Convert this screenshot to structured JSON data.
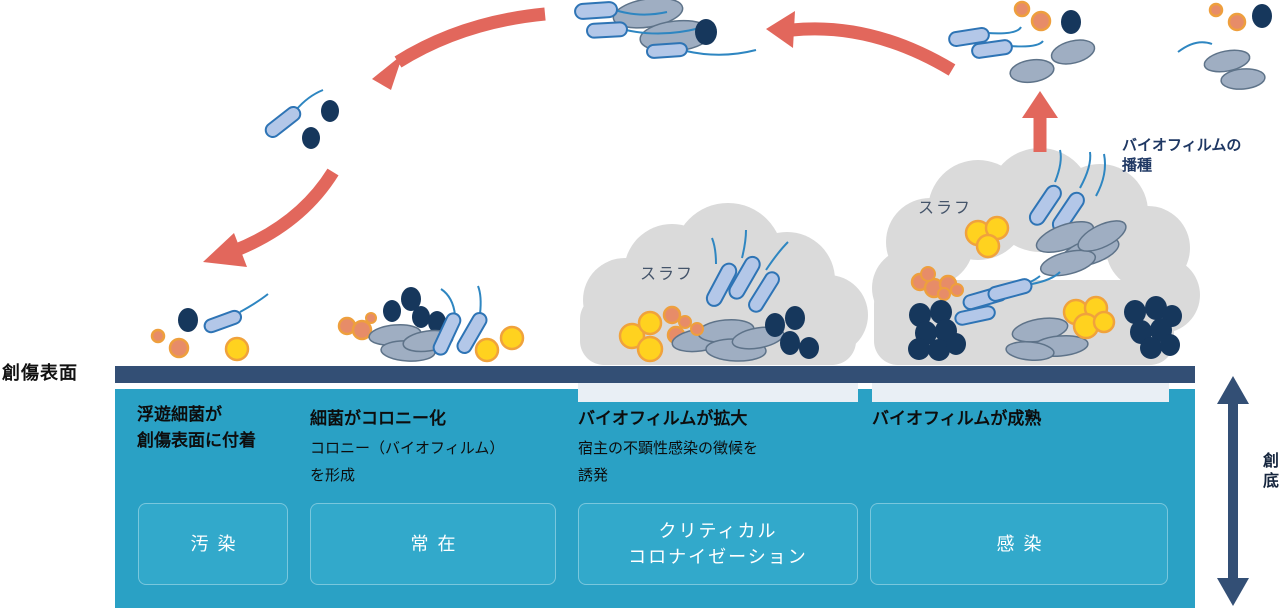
{
  "labels": {
    "wound_surface": "創傷表面",
    "wound_bed": "創底",
    "slough": "スラフ",
    "biofilm_seeding": "バイオフィルムの\n播種"
  },
  "stages": [
    {
      "heading": "浮遊細菌が\n創傷表面に付着",
      "body": "",
      "box_label": "汚染"
    },
    {
      "heading": "細菌がコロニー化",
      "body": "コロニー（バイオフィルム）\nを形成",
      "box_label": "常在"
    },
    {
      "heading": "バイオフィルムが拡大",
      "body": "宿主の不顕性感染の徴候を\n誘発",
      "box_label": "クリティカル\nコロナイゼーション"
    },
    {
      "heading": "バイオフィルムが成熟",
      "body": "",
      "box_label": "感染"
    }
  ],
  "icons": {
    "cycle-arrow": "curved salmon-red arrow showing dispersal cycle",
    "rod-bacterium": "light blue capsule with flagellum",
    "gray-bacillus": "gray ellipse bacterium",
    "navy-coccus": "dark navy oval bacterium",
    "yellow-coccus": "yellow circle with orange rim",
    "orange-coccus": "salmon circle with orange rim",
    "slough-cloud": "gray cloud mass of biofilm",
    "depth-arrow": "navy vertical double-headed arrow marking wound bed depth"
  },
  "colors": {
    "teal_panel": "#2AA1C5",
    "stage_box": "#32A9CB",
    "wound_bar_navy": "#334F75",
    "arrow_red": "#E2675C",
    "rod_fill": "#B3C7E8",
    "rod_stroke": "#2E74B5",
    "gray_fill": "#9FAEC2",
    "navy_coccus": "#16375C",
    "yellow_fill": "#FFD21F",
    "yellow_stroke": "#F0A23C",
    "orange_fill": "#E78C68",
    "orange_stroke": "#EE9F3D",
    "cloud_gray": "#DADADA",
    "seeding_text": "#1F3864",
    "slough_text": "#44546A"
  }
}
